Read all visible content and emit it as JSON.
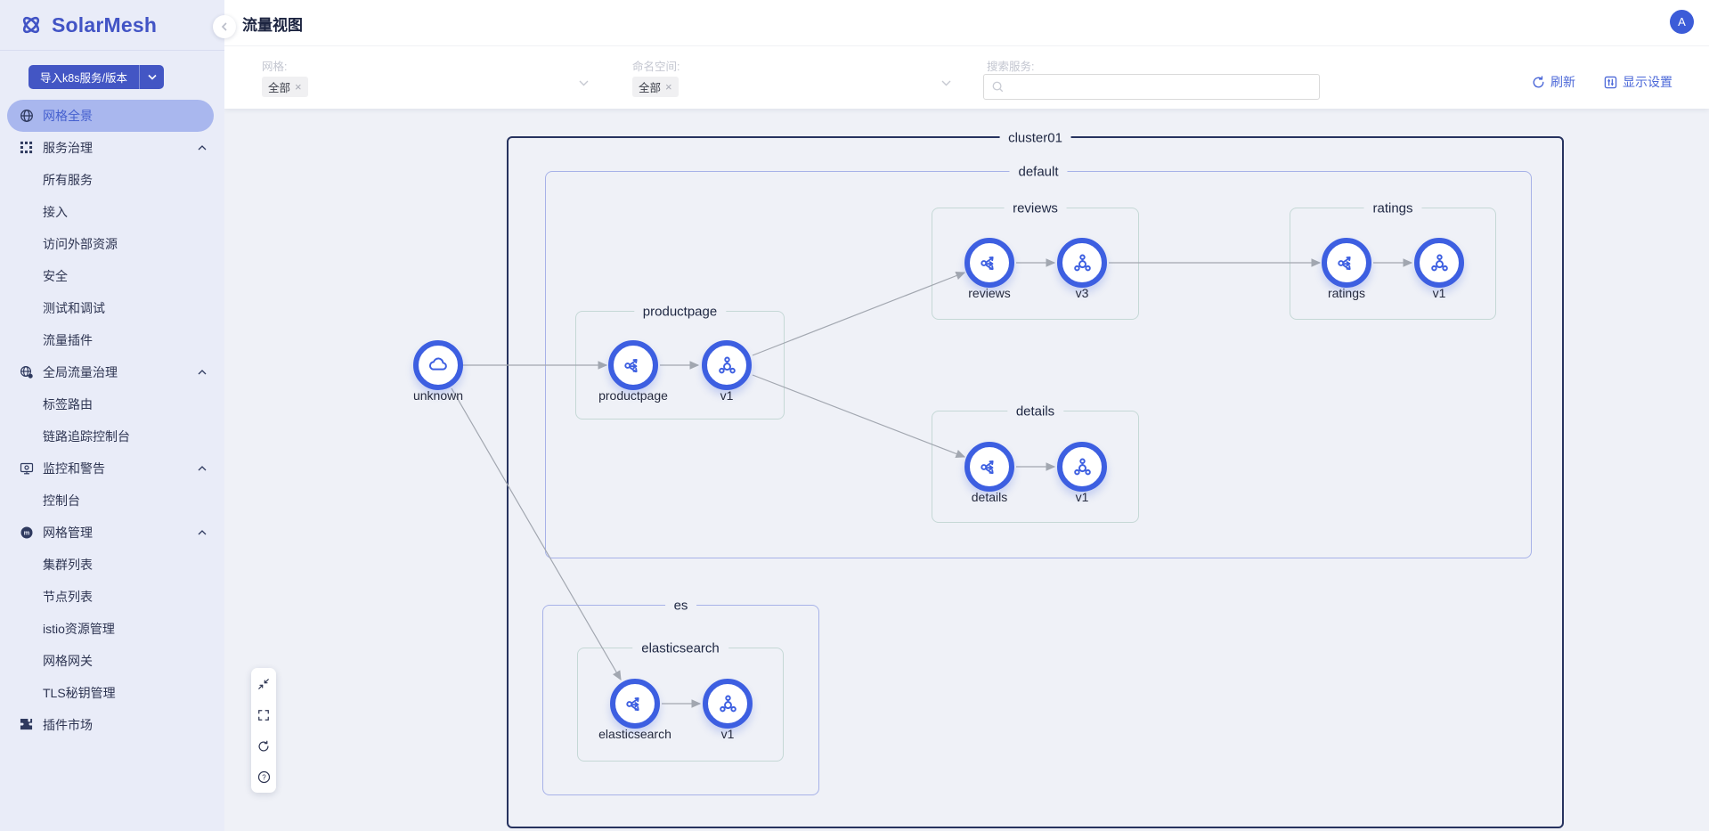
{
  "brand": {
    "name": "SolarMesh",
    "accent": "#4254c5"
  },
  "sidebar": {
    "import_button": {
      "label": "导入k8s服务/版本"
    },
    "items": [
      {
        "label": "网格全景",
        "type": "top",
        "icon": "globe-icon",
        "active": true
      },
      {
        "label": "服务治理",
        "type": "group",
        "icon": "services-icon",
        "expanded": true
      },
      {
        "label": "所有服务",
        "type": "sub"
      },
      {
        "label": "接入",
        "type": "sub"
      },
      {
        "label": "访问外部资源",
        "type": "sub"
      },
      {
        "label": "安全",
        "type": "sub"
      },
      {
        "label": "测试和调试",
        "type": "sub"
      },
      {
        "label": "流量插件",
        "type": "sub"
      },
      {
        "label": "全局流量治理",
        "type": "group",
        "icon": "global-traffic-icon",
        "expanded": true
      },
      {
        "label": "标签路由",
        "type": "sub"
      },
      {
        "label": "链路追踪控制台",
        "type": "sub"
      },
      {
        "label": "监控和警告",
        "type": "group",
        "icon": "monitor-alert-icon",
        "expanded": true
      },
      {
        "label": "控制台",
        "type": "sub"
      },
      {
        "label": "网格管理",
        "type": "group",
        "icon": "mesh-manage-icon",
        "expanded": true
      },
      {
        "label": "集群列表",
        "type": "sub"
      },
      {
        "label": "节点列表",
        "type": "sub"
      },
      {
        "label": "istio资源管理",
        "type": "sub"
      },
      {
        "label": "网格网关",
        "type": "sub"
      },
      {
        "label": "TLS秘钥管理",
        "type": "sub"
      },
      {
        "label": "插件市场",
        "type": "top",
        "icon": "plugin-icon"
      }
    ]
  },
  "header": {
    "title": "流量视图",
    "avatar": "A"
  },
  "filterbar": {
    "mesh_label": "网格:",
    "mesh_value": "全部",
    "namespace_label": "命名空间:",
    "namespace_value": "全部",
    "search_label": "搜索服务:",
    "search_value": "",
    "refresh_label": "刷新",
    "display_settings_label": "显示设置"
  },
  "graph": {
    "cluster_label": "cluster01",
    "namespace_default_label": "default",
    "namespace_es_label": "es",
    "groups": {
      "productpage": "productpage",
      "reviews": "reviews",
      "ratings": "ratings",
      "details": "details",
      "elasticsearch": "elasticsearch"
    },
    "nodes": [
      {
        "id": "unknown",
        "label": "unknown",
        "kind": "external"
      },
      {
        "id": "productpage",
        "label": "productpage",
        "kind": "service"
      },
      {
        "id": "productpage-v1",
        "label": "v1",
        "kind": "version"
      },
      {
        "id": "reviews",
        "label": "reviews",
        "kind": "service"
      },
      {
        "id": "reviews-v3",
        "label": "v3",
        "kind": "version"
      },
      {
        "id": "ratings",
        "label": "ratings",
        "kind": "service"
      },
      {
        "id": "ratings-v1",
        "label": "v1",
        "kind": "version"
      },
      {
        "id": "details",
        "label": "details",
        "kind": "service"
      },
      {
        "id": "details-v1",
        "label": "v1",
        "kind": "version"
      },
      {
        "id": "elasticsearch",
        "label": "elasticsearch",
        "kind": "service"
      },
      {
        "id": "elasticsearch-v1",
        "label": "v1",
        "kind": "version"
      }
    ],
    "edges": [
      {
        "from": "unknown",
        "to": "productpage"
      },
      {
        "from": "productpage",
        "to": "productpage-v1"
      },
      {
        "from": "productpage-v1",
        "to": "reviews"
      },
      {
        "from": "productpage-v1",
        "to": "details"
      },
      {
        "from": "reviews",
        "to": "reviews-v3"
      },
      {
        "from": "reviews-v3",
        "to": "ratings"
      },
      {
        "from": "ratings",
        "to": "ratings-v1"
      },
      {
        "from": "details",
        "to": "details-v1"
      },
      {
        "from": "unknown",
        "to": "elasticsearch"
      },
      {
        "from": "elasticsearch",
        "to": "elasticsearch-v1"
      }
    ]
  },
  "canvas_toolbar": {
    "buttons": [
      "compress-icon",
      "fullscreen-icon",
      "reload-icon",
      "help-icon"
    ]
  },
  "colors": {
    "node_ring": "#3d5fe1",
    "edge": "#a2a7b0",
    "cluster_border": "#27335f",
    "namespace_border": "#a7b2e8",
    "group_border": "#c5d8d6",
    "canvas_bg": "#eff1f7",
    "sidebar_bg": "#e9ecf8",
    "active_pill": "#a9b7ee"
  }
}
